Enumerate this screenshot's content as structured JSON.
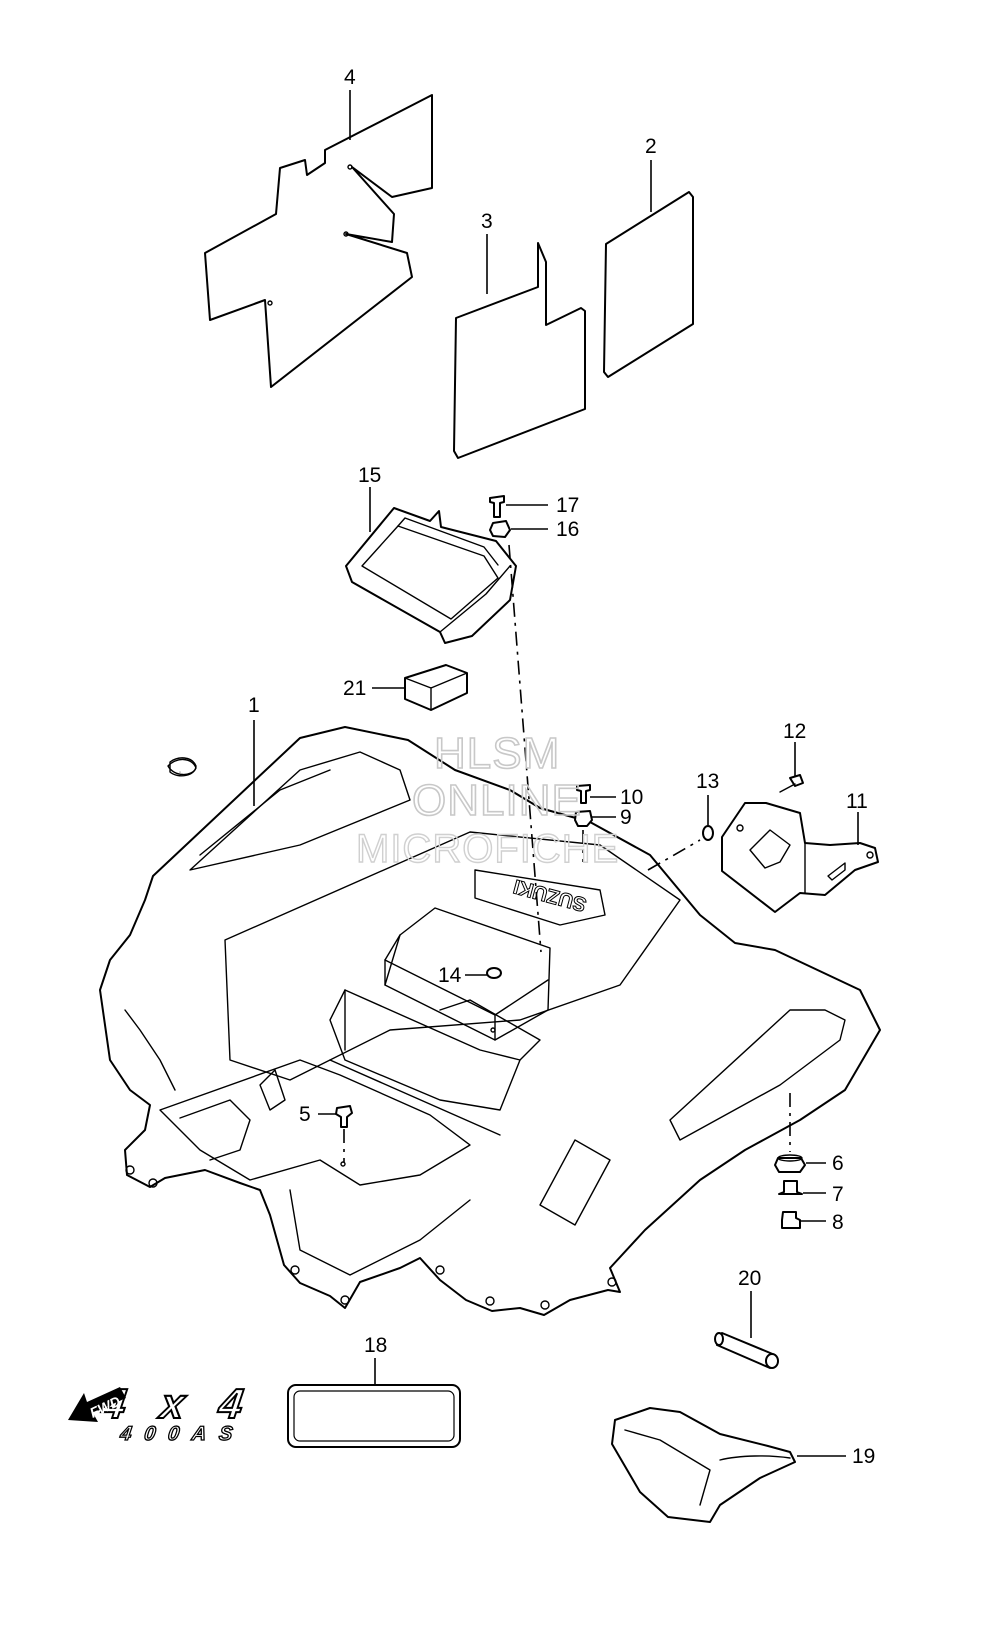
{
  "watermark": {
    "line1": "HLSM",
    "line2": "ONLINE",
    "line3": "MICROFICHE"
  },
  "callouts": {
    "p1": "1",
    "p2": "2",
    "p3": "3",
    "p4": "4",
    "p5": "5",
    "p6": "6",
    "p7": "7",
    "p8": "8",
    "p9": "9",
    "p10": "10",
    "p11": "11",
    "p12": "12",
    "p13": "13",
    "p14": "14",
    "p15": "15",
    "p16": "16",
    "p17": "17",
    "p18": "18",
    "p19": "19",
    "p20": "20",
    "p21": "21"
  },
  "fender_logo_text": "SUZUKI",
  "decal_18": {
    "line1": "4x4",
    "line2": "400AS"
  },
  "fwd_arrow_label": "FWD"
}
